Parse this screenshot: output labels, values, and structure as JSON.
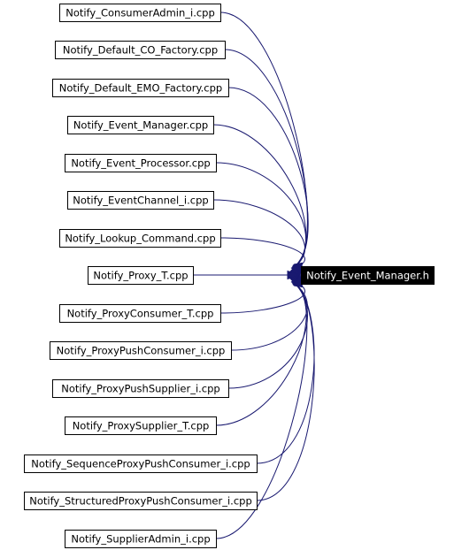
{
  "diagram": {
    "type": "include-dependency-graph",
    "target": {
      "label": "Notify_Event_Manager.h"
    },
    "sources": [
      {
        "label": "Notify_ConsumerAdmin_i.cpp"
      },
      {
        "label": "Notify_Default_CO_Factory.cpp"
      },
      {
        "label": "Notify_Default_EMO_Factory.cpp"
      },
      {
        "label": "Notify_Event_Manager.cpp"
      },
      {
        "label": "Notify_Event_Processor.cpp"
      },
      {
        "label": "Notify_EventChannel_i.cpp"
      },
      {
        "label": "Notify_Lookup_Command.cpp"
      },
      {
        "label": "Notify_Proxy_T.cpp"
      },
      {
        "label": "Notify_ProxyConsumer_T.cpp"
      },
      {
        "label": "Notify_ProxyPushConsumer_i.cpp"
      },
      {
        "label": "Notify_ProxyPushSupplier_i.cpp"
      },
      {
        "label": "Notify_ProxySupplier_T.cpp"
      },
      {
        "label": "Notify_SequenceProxyPushConsumer_i.cpp"
      },
      {
        "label": "Notify_StructuredProxyPushConsumer_i.cpp"
      },
      {
        "label": "Notify_SupplierAdmin_i.cpp"
      }
    ],
    "edge_color": "#191970",
    "target_fill": "#000000",
    "target_text_color": "#ffffff"
  }
}
